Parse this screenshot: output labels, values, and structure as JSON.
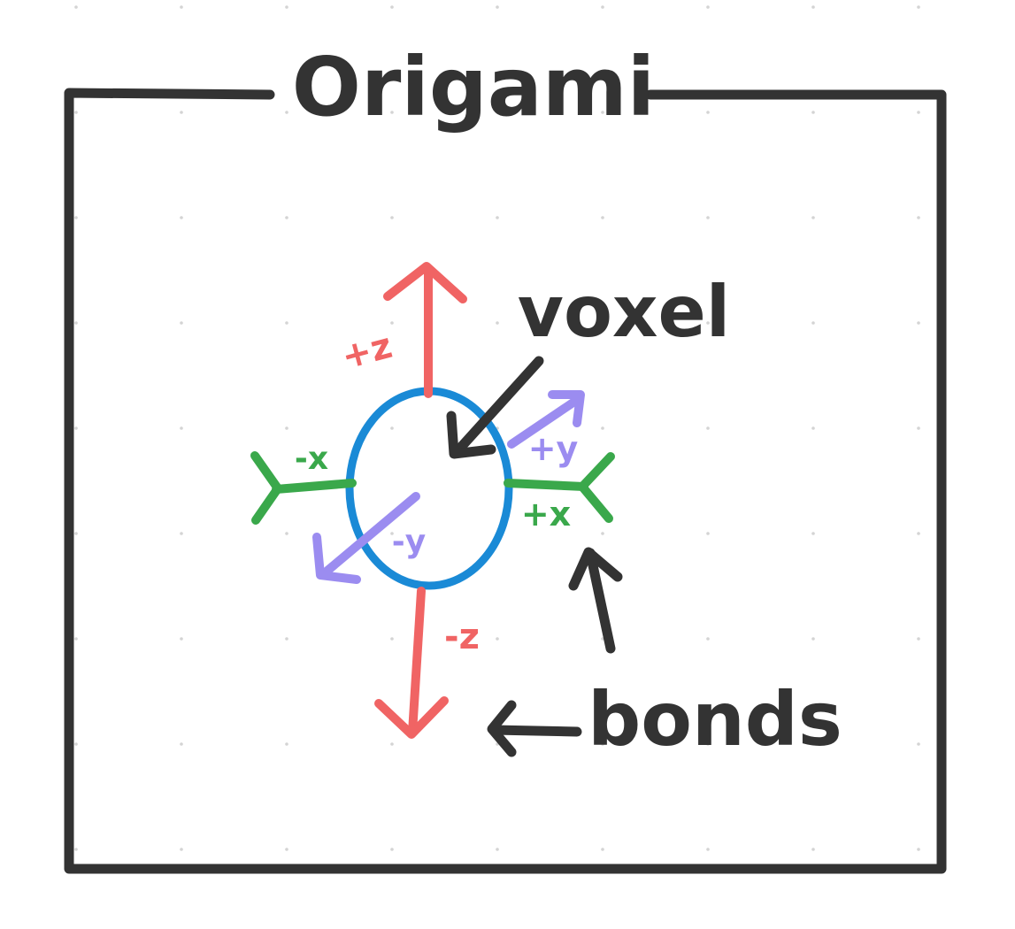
{
  "diagram": {
    "title": "Origami",
    "labels": {
      "voxel": "voxel",
      "bonds": "bonds"
    },
    "directions": {
      "plus_z": "+z",
      "minus_z": "-z",
      "plus_x": "+x",
      "minus_x": "-x",
      "plus_y": "+y",
      "minus_y": "-y"
    }
  },
  "colors": {
    "ink": "#333333",
    "voxel_outline": "#1a8ad6",
    "z_axis": "#f06464",
    "x_axis": "#3aa84b",
    "y_axis": "#9b8cf0",
    "grid_dot": "#d4d4d4",
    "background": "#ffffff"
  },
  "icons": {
    "x_bond_end": "fork-connector",
    "y_bond_end": "arrowhead",
    "z_bond_end": "arrowhead"
  }
}
